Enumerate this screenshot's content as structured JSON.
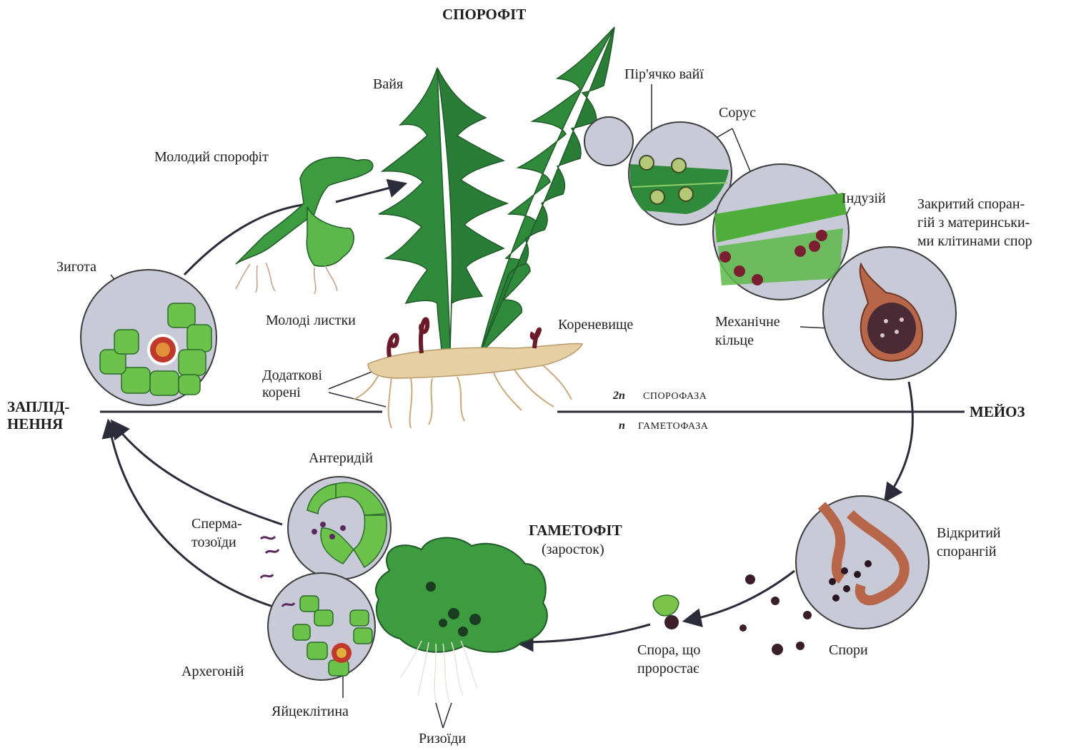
{
  "title": "СПОРОФІТ",
  "phases": {
    "fertilization": "ЗАПЛІД-\nНЕННЯ",
    "meiosis": "МЕЙОЗ",
    "diploid_symbol": "2n",
    "diploid_label": "СПОРОФАЗА",
    "haploid_symbol": "n",
    "haploid_label": "ГАМЕТОФАЗА"
  },
  "labels": {
    "frond": "Вайя",
    "young_sporophyte": "Молодий спорофіт",
    "pinnule": "Пір'ячко вайї",
    "sorus": "Сорус",
    "indusium": "Індузій",
    "closed_sporangium": "Закритий споран-\nгій з материнськи-\nми клітинами спор",
    "zygote": "Зигота",
    "young_leaves": "Молоді листки",
    "rhizome": "Кореневище",
    "annulus": "Механічне\nкільце",
    "adventitious_roots": "Додаткові\nкорені",
    "antheridium": "Антеридій",
    "sperm": "Сперма-\nтозоїди",
    "gametophyte": "ГАМЕТОФІТ",
    "prothallus": "(заросток)",
    "open_sporangium": "Відкритий\nспорангій",
    "germinating_spore": "Спора, що\nпроростає",
    "spores": "Спори",
    "archegonium": "Архегоній",
    "egg_cell": "Яйцеклітина",
    "rhizoids": "Ризоїди"
  },
  "colors": {
    "circle_fill": "#c9cad8",
    "circle_stroke": "#3c3c3c",
    "leaf_green": "#2f8a3c",
    "cell_green": "#6cc24a",
    "root_tan": "#e6cfa3",
    "sporangium_brown": "#b8664a",
    "zygote_red": "#c0392b",
    "spore_dark": "#3a1f2a",
    "text": "#1e1e1e"
  }
}
